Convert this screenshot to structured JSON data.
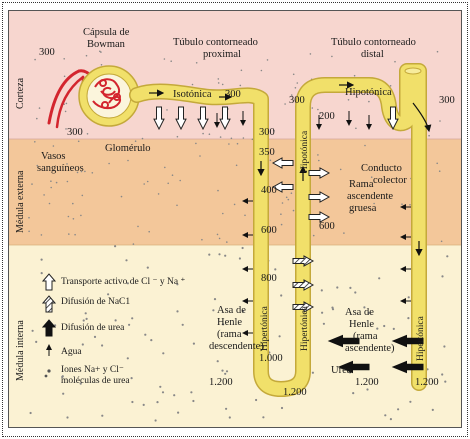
{
  "regions": {
    "cortex": "Corteza",
    "outer_medulla": "Médula externa",
    "inner_medulla": "Médula interna"
  },
  "labels": {
    "bowman": [
      "Cápsula de",
      "Bowman"
    ],
    "proximal": [
      "Túbulo contorneado",
      "proximal"
    ],
    "distal": [
      "Túbulo contorneado",
      "distal"
    ],
    "vessels": [
      "Vasos",
      "sanguíneos"
    ],
    "glomerulus": "Glomérulo",
    "isotonic": "Isotónica",
    "hypotonic_top": "Hipotónica",
    "hypotonic_vertical": "Hipotónica",
    "collecting_duct": [
      "Conducto",
      "colector"
    ],
    "thick_ascending": [
      "Rama",
      "ascendente",
      "gruesa"
    ],
    "loop_desc": [
      "Asa de",
      "Henle",
      "(rama",
      "descendente)"
    ],
    "loop_asc": [
      "Asa de",
      "Henle",
      "(rama",
      "ascendente)"
    ],
    "hypertonic": "Hipertónica",
    "urea": "Urea"
  },
  "osmolarity": {
    "v300_vessels": "300",
    "v300_bowman": "300",
    "v300_isotonic": "300",
    "v300_prox": "300",
    "v300_cortex_mid": "300",
    "v300_cortex_right": "300",
    "v200": "200",
    "v350": "350",
    "v400": "400",
    "v600_left": "600",
    "v600_mid": "600",
    "v800": "800",
    "v1000": "1.000",
    "v1200_left": "1.200",
    "v1200_bottom": "1.200",
    "v1200_right": "1.200",
    "v1200_far": "1.200"
  },
  "legend": {
    "active_transport": "Transporte activo de Cl ⁻ y Na ⁺",
    "nacl_diffusion": "Difusión de NaC1",
    "urea_diffusion": "Difusión de urea",
    "water": "Agua",
    "ions": [
      "Iones Na+ y Cl⁻",
      "moléculas de urea"
    ]
  },
  "colors": {
    "cortex": "#f7d6cf",
    "outer_medulla": "#f3c79a",
    "inner_medulla": "#fbf2d3",
    "tubule": "#f1e06a",
    "tubule_edge": "#c4a93a",
    "vessels": "#d3252e"
  }
}
